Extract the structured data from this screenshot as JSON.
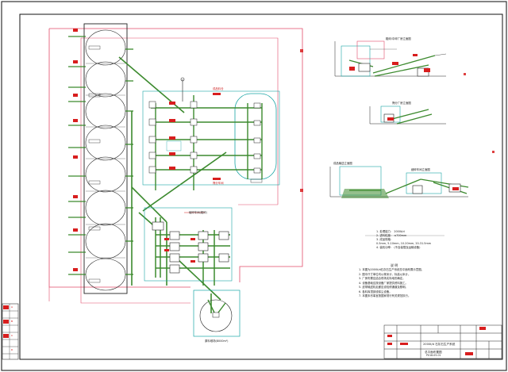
{
  "drawing": {
    "title_block": {
      "project_title": "2000t/d 石灰石生产系统",
      "drawing_name": "总平面布置图",
      "drawing_number": "PX18-05-01"
    },
    "notes": {
      "heading": "说  明",
      "lines": [
        "1. 本图为2000t/d石灰石生产系统总平面布置示意图。",
        "2. 图中尺寸单位均以毫米计，标高以米计。",
        "3. 厂房布置应结合现场实际地形确定。",
        "4. 设备基础应按设备厂家提供资料施工。",
        "5. 皮带输送机走廊应设检修通道及照明。",
        "6. 各料库顶部设除尘设备。",
        "7. 本图未尽事宜按国家现行有关规范执行。"
      ]
    },
    "parameters": {
      "lines": [
        "1. 处理能力：         2000t/d",
        "2. 进料粒度：         ≤700mm",
        "3. 成品规格：",
        "   0-5mm, 5-10mm, 10-20mm, 20-31.5mm",
        "4. 装机功率：         (不含装载及运输设备)"
      ]
    },
    "side_views": {
      "view1_label": "粗碎/中碎厂房立面图",
      "view2_label": "筛分厂房立面图",
      "view3_label": "成品输送立面图",
      "view3_sub_label": "细碎车间立面图"
    },
    "plan": {
      "silo_tag": "成品料仓",
      "screening_tag": "筛分车间",
      "crushing_tag": "破碎车间(粗碎)",
      "stockpile_tag": "原料堆场(8000m³)"
    },
    "legend_tags": [
      "A",
      "B",
      "C",
      "D"
    ],
    "colors": {
      "frame": "#0a0a0a",
      "boundary": "#e24b6a",
      "conveyor": "#3c8a2e",
      "building": "#1aa5a5",
      "equipment": "#222222",
      "accent": "#d81e1e"
    }
  }
}
